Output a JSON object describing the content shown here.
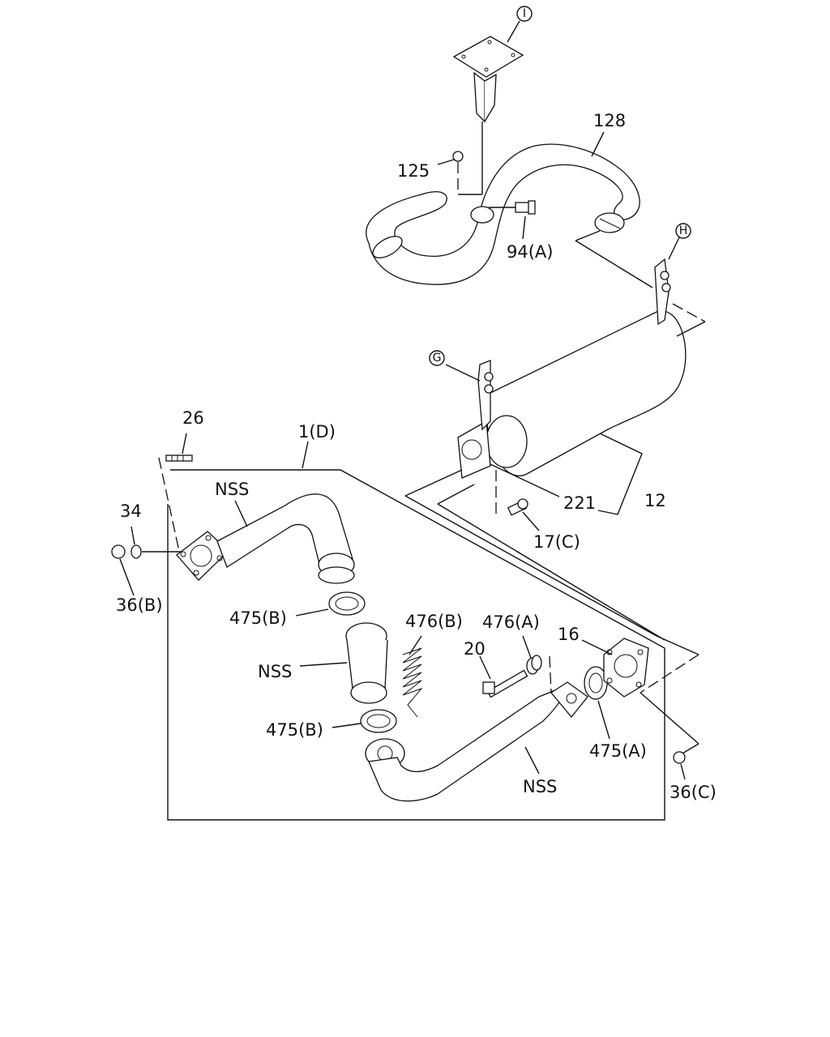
{
  "callouts": {
    "ref_i": "I",
    "ref_h": "H",
    "ref_g": "G",
    "p128": "128",
    "p125": "125",
    "p94a": "94(A)",
    "p26": "26",
    "p1d": "1(D)",
    "p34": "34",
    "p36b": "36(B)",
    "nss_upper": "NSS",
    "p221": "221",
    "p12": "12",
    "p17c": "17(C)",
    "p475b_top": "475(B)",
    "p476b": "476(B)",
    "p476a": "476(A)",
    "p16": "16",
    "p20": "20",
    "nss_middle": "NSS",
    "p475b_bottom": "475(B)",
    "p475a": "475(A)",
    "nss_lower": "NSS",
    "p36c": "36(C)"
  }
}
